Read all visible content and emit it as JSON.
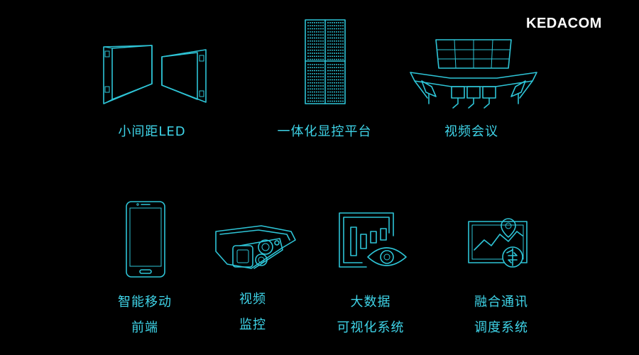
{
  "brand": {
    "logo_text": "KEDACOM"
  },
  "products": [
    {
      "id": "led",
      "icon": "led-display-icon",
      "lines": [
        "小间距LED"
      ]
    },
    {
      "id": "display-platform",
      "icon": "server-rack-icon",
      "lines": [
        "一体化显控平台"
      ]
    },
    {
      "id": "video-conference",
      "icon": "conference-room-icon",
      "lines": [
        "视频会议"
      ]
    },
    {
      "id": "mobile-terminal",
      "icon": "smartphone-icon",
      "lines": [
        "智能移动",
        "前端"
      ]
    },
    {
      "id": "video-surveillance",
      "icon": "security-camera-icon",
      "lines": [
        "视频",
        "监控"
      ]
    },
    {
      "id": "big-data",
      "icon": "data-eye-icon",
      "lines": [
        "大数据",
        "可视化系统"
      ]
    },
    {
      "id": "fusion-comm",
      "icon": "map-network-icon",
      "lines": [
        "融合通讯",
        "调度系统"
      ]
    }
  ],
  "colors": {
    "background": "#000000",
    "accent": "#2ec4d6",
    "label": "#3fd4e8",
    "logo": "#ffffff"
  }
}
